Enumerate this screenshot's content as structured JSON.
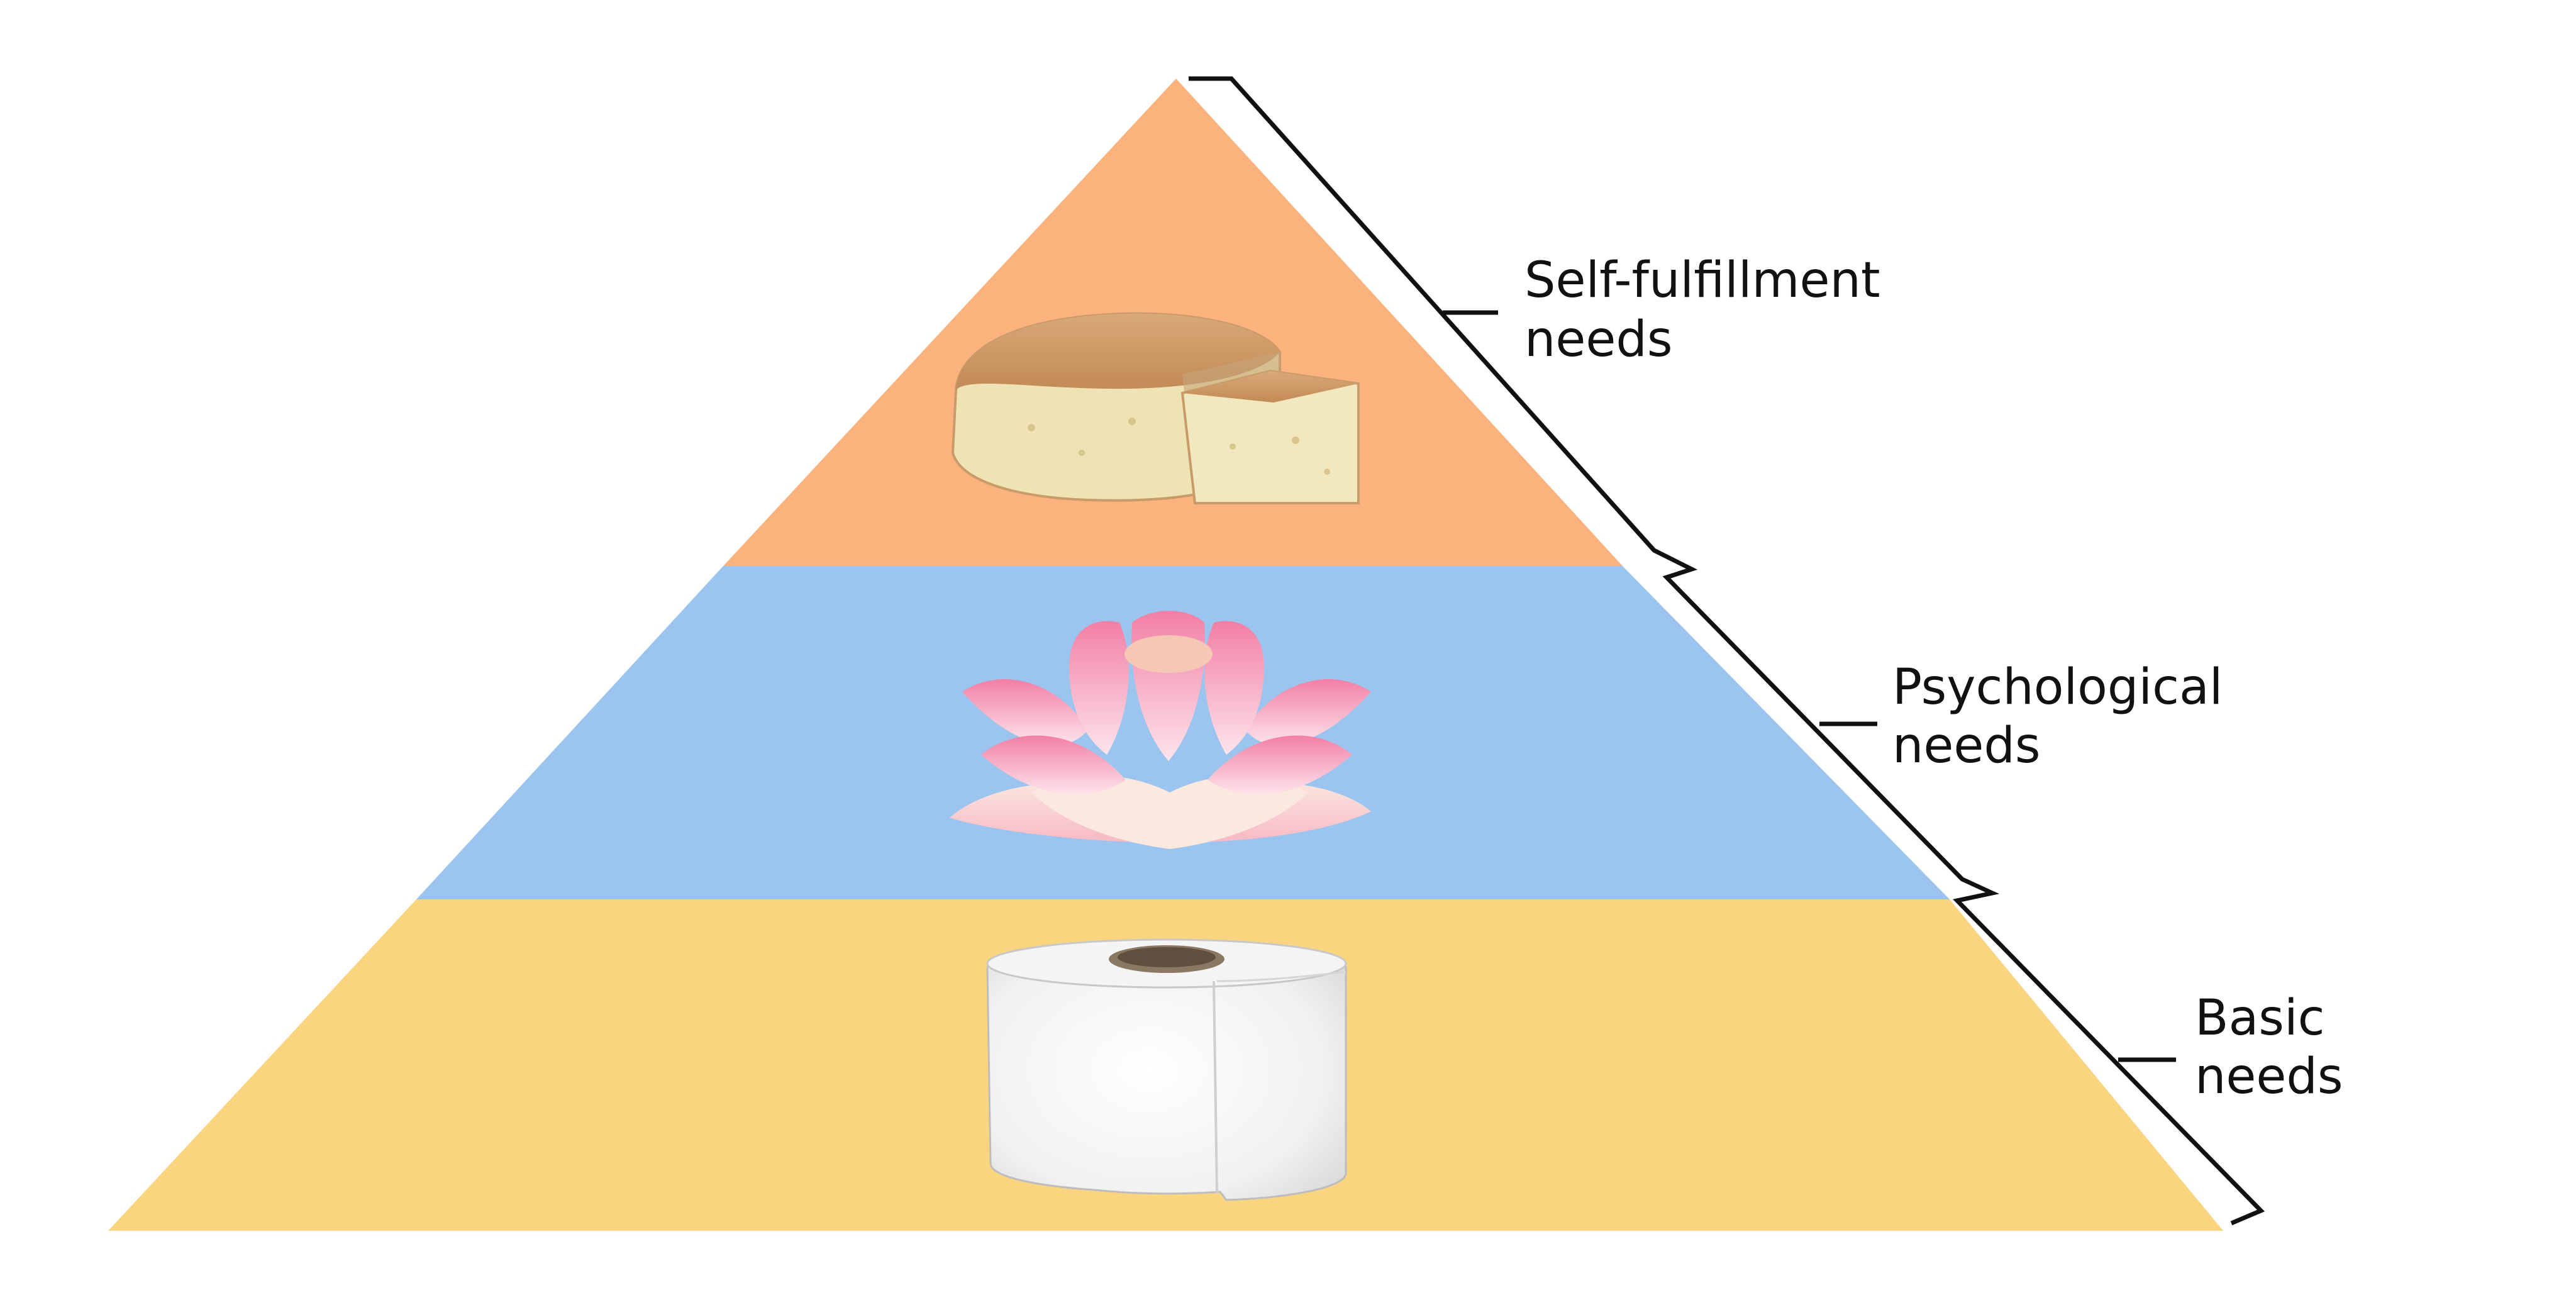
{
  "colors": {
    "background": "#ffffff",
    "top_tier": "#fbb27d",
    "middle_tier": "#9bc5ef",
    "bottom_tier": "#fbd47f",
    "bracket": "#111111",
    "label_text": "#111111"
  },
  "tiers": [
    {
      "id": "top",
      "label_line_1": "Self-fulfillment",
      "label_line_2": "needs",
      "image": "cheese-wheel-icon"
    },
    {
      "id": "middle",
      "label_line_1": "Psychological",
      "label_line_2": "needs",
      "image": "lotus-flower-icon"
    },
    {
      "id": "bottom",
      "label_line_1": "Basic",
      "label_line_2": "needs",
      "image": "toilet-paper-roll-icon"
    }
  ]
}
